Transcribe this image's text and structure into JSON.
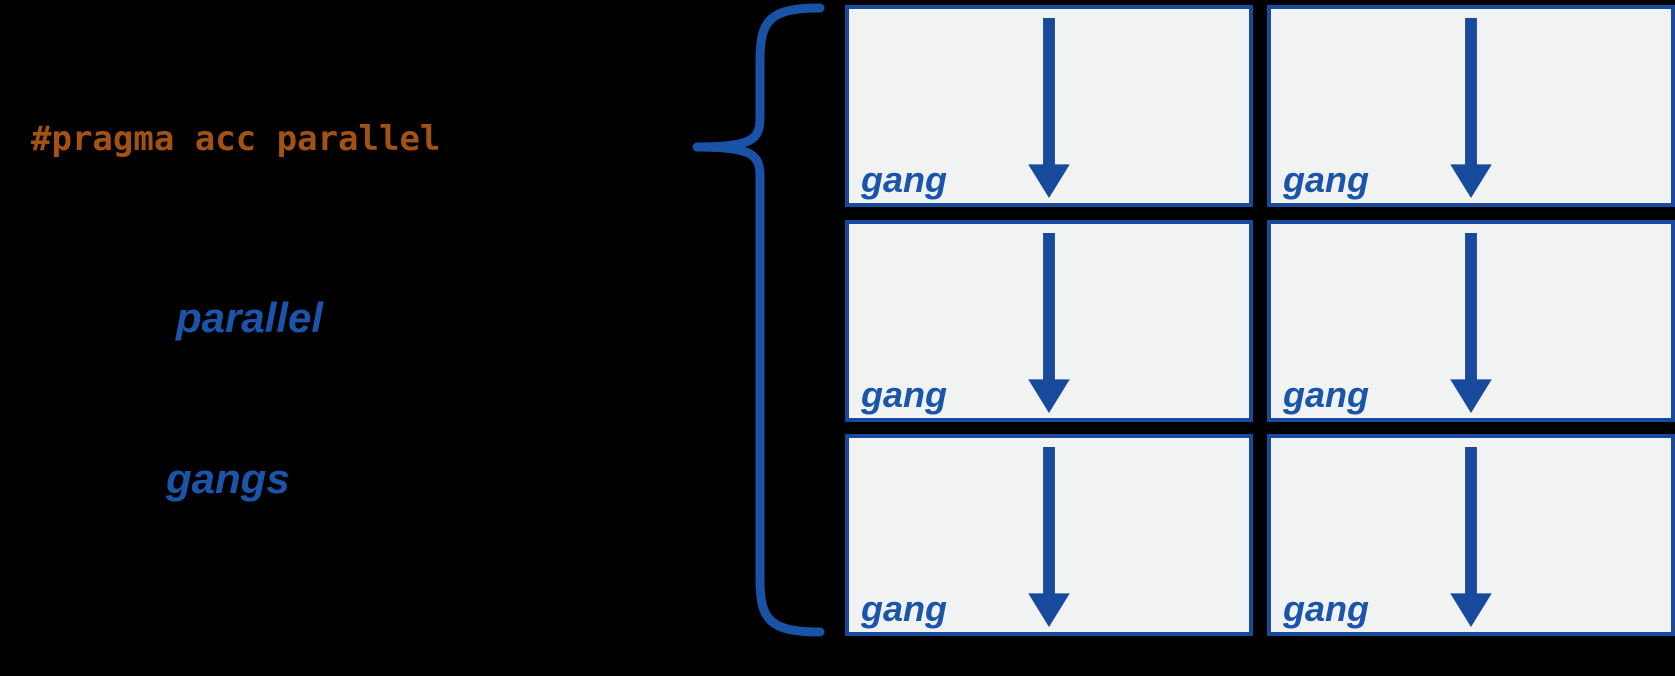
{
  "colors": {
    "background": "#000000",
    "pragma_text": "#a35212",
    "blue_text": "#1a55ab",
    "box_border": "#17499c",
    "box_fill": "#f1f2f2",
    "brace": "#1a52a8",
    "arrow": "#17499c"
  },
  "code_annotation": {
    "text": "#pragma acc parallel"
  },
  "labels": {
    "construct": "parallel",
    "units": "gangs"
  },
  "grid": {
    "rows": 3,
    "cols": 2,
    "boxes": [
      {
        "label": "gang"
      },
      {
        "label": "gang"
      },
      {
        "label": "gang"
      },
      {
        "label": "gang"
      },
      {
        "label": "gang"
      },
      {
        "label": "gang"
      }
    ]
  }
}
